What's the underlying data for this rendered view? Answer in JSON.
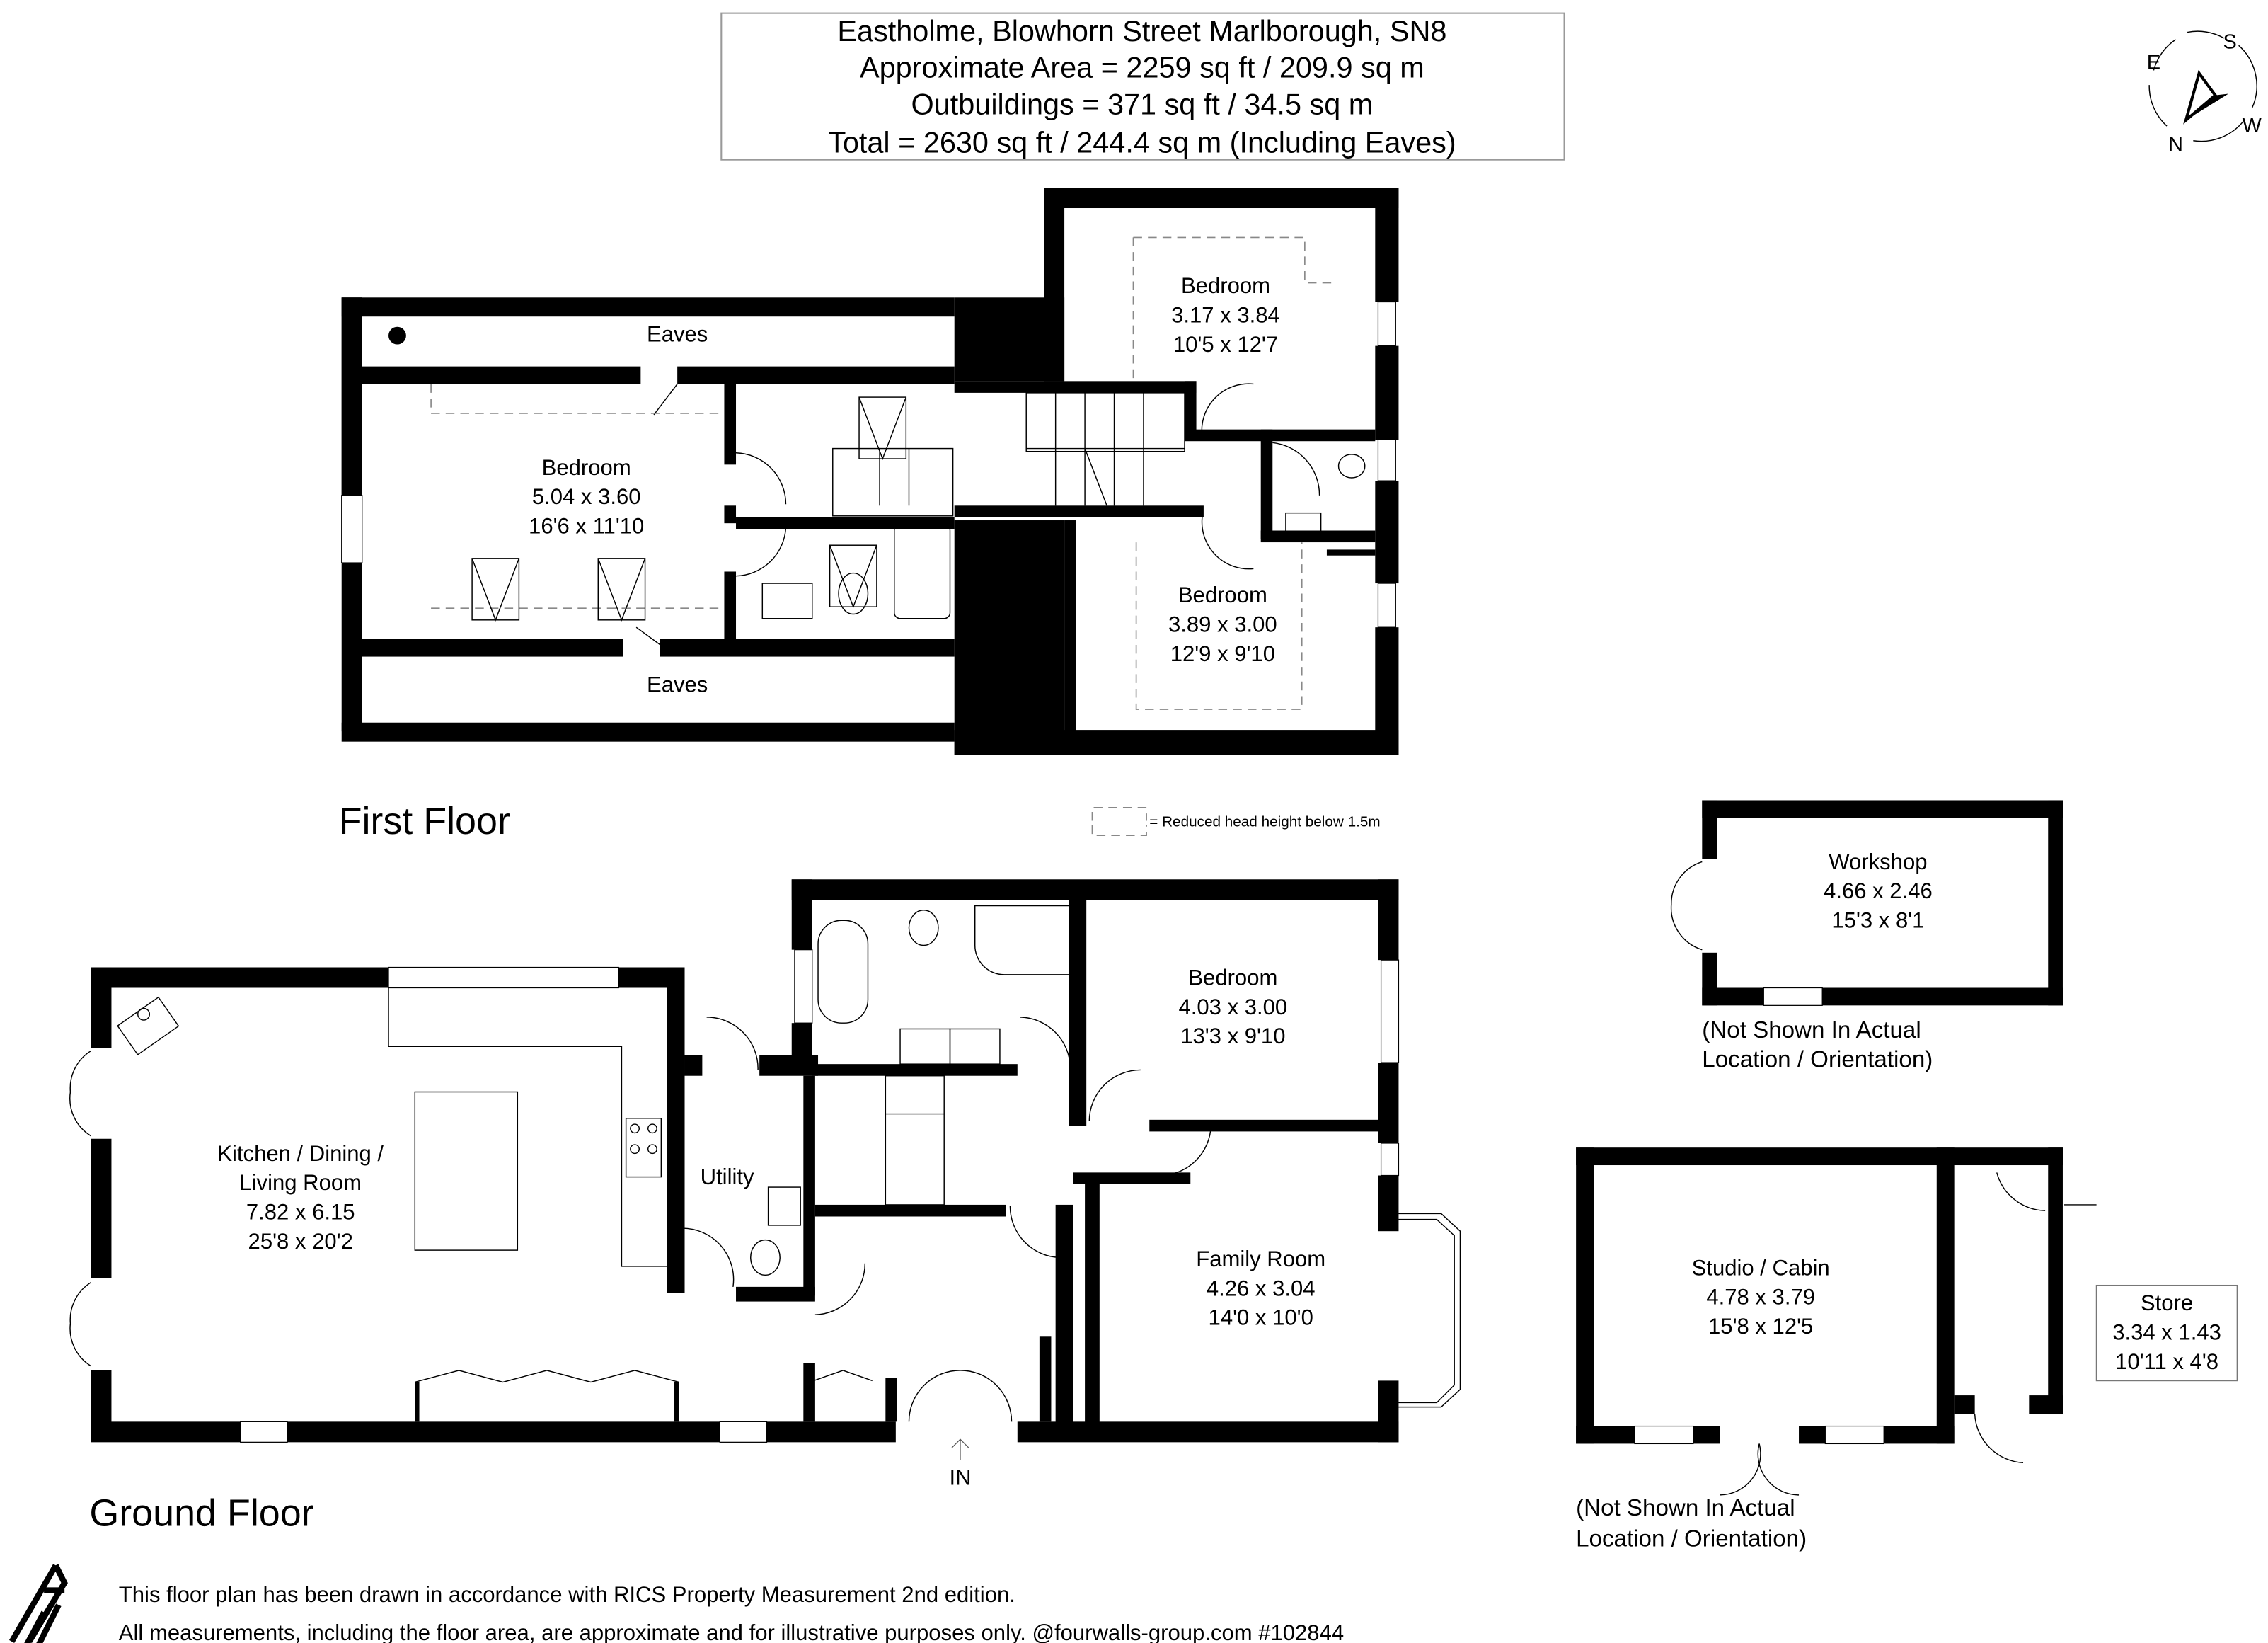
{
  "header": {
    "address": "Eastholme, Blowhorn Street Marlborough, SN8",
    "approx_area": "Approximate Area = 2259 sq ft / 209.9 sq m",
    "outbuildings": "Outbuildings = 371 sq ft / 34.5 sq m",
    "total": "Total = 2630 sq ft / 244.4 sq m (Including Eaves)"
  },
  "compass": {
    "n": "N",
    "s": "S",
    "e": "E",
    "w": "W"
  },
  "legend": {
    "text": "= Reduced head height below 1.5m"
  },
  "first_floor": {
    "label": "First Floor",
    "eaves_top": "Eaves",
    "eaves_bottom": "Eaves",
    "rooms": [
      {
        "name": "Bedroom",
        "metric": "5.04 x 3.60",
        "imperial": "16'6 x 11'10"
      },
      {
        "name": "Bedroom",
        "metric": "3.17 x 3.84",
        "imperial": "10'5 x 12'7"
      },
      {
        "name": "Bedroom",
        "metric": "3.89 x 3.00",
        "imperial": "12'9 x 9'10"
      }
    ]
  },
  "ground_floor": {
    "label": "Ground Floor",
    "entrance": "IN",
    "rooms": [
      {
        "name_l1": "Kitchen / Dining /",
        "name_l2": "Living Room",
        "metric": "7.82 x 6.15",
        "imperial": "25'8 x 20'2"
      },
      {
        "name": "Utility"
      },
      {
        "name": "Bedroom",
        "metric": "4.03 x 3.00",
        "imperial": "13'3 x 9'10"
      },
      {
        "name": "Family Room",
        "metric": "4.26 x 3.04",
        "imperial": "14'0 x 10'0"
      }
    ]
  },
  "outbuildings": {
    "workshop": {
      "name": "Workshop",
      "metric": "4.66 x 2.46",
      "imperial": "15'3 x 8'1",
      "note_l1": "(Not Shown In Actual",
      "note_l2": "Location / Orientation)"
    },
    "studio": {
      "name": "Studio / Cabin",
      "metric": "4.78 x 3.79",
      "imperial": "15'8 x 12'5",
      "note_l1": "(Not Shown In Actual",
      "note_l2": "Location / Orientation)"
    },
    "store": {
      "name": "Store",
      "metric": "3.34 x 1.43",
      "imperial": "10'11 x 4'8"
    }
  },
  "footer": {
    "line1": "This floor plan has been drawn in accordance with RICS Property Measurement 2nd edition.",
    "line2": "All measurements, including the floor area, are approximate and for illustrative purposes only. @fourwalls-group.com #102844"
  }
}
